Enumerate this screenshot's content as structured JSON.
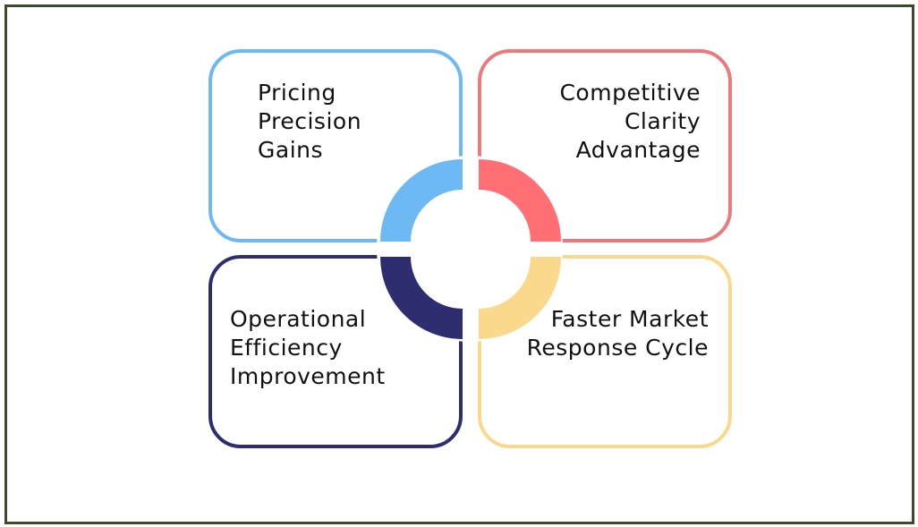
{
  "quadrants": [
    {
      "id": "top-left",
      "lines": [
        "Pricing",
        "Precision",
        "Gains"
      ],
      "color": "#6cb9f3"
    },
    {
      "id": "top-right",
      "lines": [
        "Competitive",
        "Clarity",
        "Advantage"
      ],
      "color": "#ec7a7d"
    },
    {
      "id": "bottom-left",
      "lines": [
        "Operational",
        "Efficiency",
        "Improvement"
      ],
      "color": "#2e2d6f"
    },
    {
      "id": "bottom-right",
      "lines": [
        "Faster Market",
        "Response Cycle"
      ],
      "color": "#fbd98c"
    }
  ],
  "colors": {
    "frame_border": "#3c4a2b",
    "background": "#ffffff",
    "text": "#111111"
  }
}
